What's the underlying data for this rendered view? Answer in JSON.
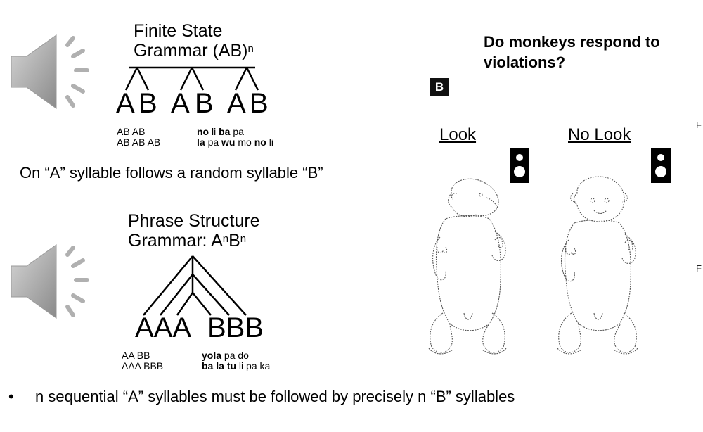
{
  "left": {
    "fsg": {
      "title_line1": "Finite State",
      "title_line2": "Grammar (AB)",
      "title_sup": "n",
      "sequence": [
        "A",
        "B",
        "A",
        "B",
        "A",
        "B"
      ],
      "examples_left": [
        "AB AB",
        "AB AB AB"
      ],
      "examples_right": [
        [
          {
            "t": "no",
            "b": true
          },
          {
            "t": " li ",
            "b": false
          },
          {
            "t": "ba",
            "b": true
          },
          {
            "t": " pa",
            "b": false
          }
        ],
        [
          {
            "t": "la",
            "b": true
          },
          {
            "t": " pa ",
            "b": false
          },
          {
            "t": "wu",
            "b": true
          },
          {
            "t": " mo ",
            "b": false
          },
          {
            "t": "no",
            "b": true
          },
          {
            "t": " li",
            "b": false
          }
        ]
      ]
    },
    "caption": "On “A” syllable follows a random syllable “B”",
    "psg": {
      "title_line1": "Phrase Structure",
      "title_line2_a": "Grammar: A",
      "title_sup1": "n",
      "title_line2_b": "B",
      "title_sup2": "n",
      "sequence_a": "AAA",
      "sequence_b": "BBB",
      "examples_left": [
        "AA BB",
        "AAA BBB"
      ],
      "examples_right": [
        [
          {
            "t": "yo",
            "b": true
          },
          {
            "t": "la",
            "b": true
          },
          {
            "t": " pa do",
            "b": false
          }
        ],
        [
          {
            "t": "ba",
            "b": true
          },
          {
            "t": " ",
            "b": false
          },
          {
            "t": "la",
            "b": true
          },
          {
            "t": " ",
            "b": false
          },
          {
            "t": "tu",
            "b": true
          },
          {
            "t": " li pa ka",
            "b": false
          }
        ]
      ]
    }
  },
  "right": {
    "title_line1": "Do monkeys respond to",
    "title_line2": "violations?",
    "panel_label": "B",
    "look_label": "Look",
    "nolook_label": "No Look",
    "edge_label_1": "F",
    "edge_label_2": "F"
  },
  "footer": {
    "bullet": "•",
    "text": "n sequential “A” syllables must be followed by precisely n “B” syllables"
  },
  "icons": {
    "speaker_color": "#a0a0a0"
  }
}
